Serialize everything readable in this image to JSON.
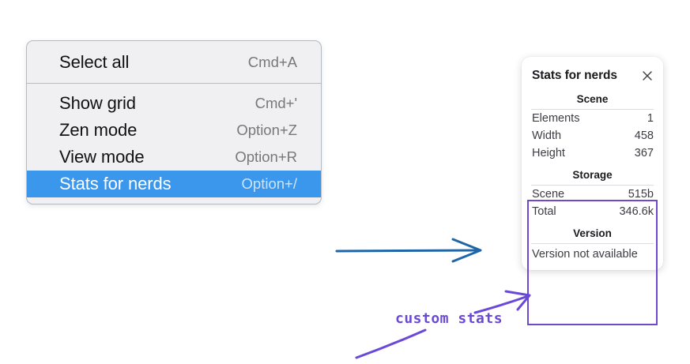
{
  "context_menu": {
    "name": "canvas-context-menu",
    "sections": [
      {
        "items": [
          {
            "label": "Select all",
            "shortcut": "Cmd+A",
            "selected": false
          }
        ]
      },
      {
        "items": [
          {
            "label": "Show grid",
            "shortcut": "Cmd+'",
            "selected": false
          },
          {
            "label": "Zen mode",
            "shortcut": "Option+Z",
            "selected": false
          },
          {
            "label": "View mode",
            "shortcut": "Option+R",
            "selected": false
          },
          {
            "label": "Stats for nerds",
            "shortcut": "Option+/",
            "selected": true
          }
        ]
      }
    ]
  },
  "stats_panel": {
    "title": "Stats for nerds",
    "close_icon": "close-icon",
    "sections": [
      {
        "heading": "Scene",
        "rows": [
          {
            "key": "Elements",
            "value": "1"
          },
          {
            "key": "Width",
            "value": "458"
          },
          {
            "key": "Height",
            "value": "367"
          }
        ]
      },
      {
        "heading": "Storage",
        "rows": [
          {
            "key": "Scene",
            "value": "515b"
          },
          {
            "key": "Total",
            "value": "346.6k"
          }
        ]
      },
      {
        "heading": "Version",
        "text": "Version not available"
      }
    ]
  },
  "annotations": {
    "custom_stats_label": "custom stats",
    "flow_arrow_color": "#1f66a8",
    "highlight_color": "#6e49cb",
    "label_color": "#6a49d8"
  }
}
